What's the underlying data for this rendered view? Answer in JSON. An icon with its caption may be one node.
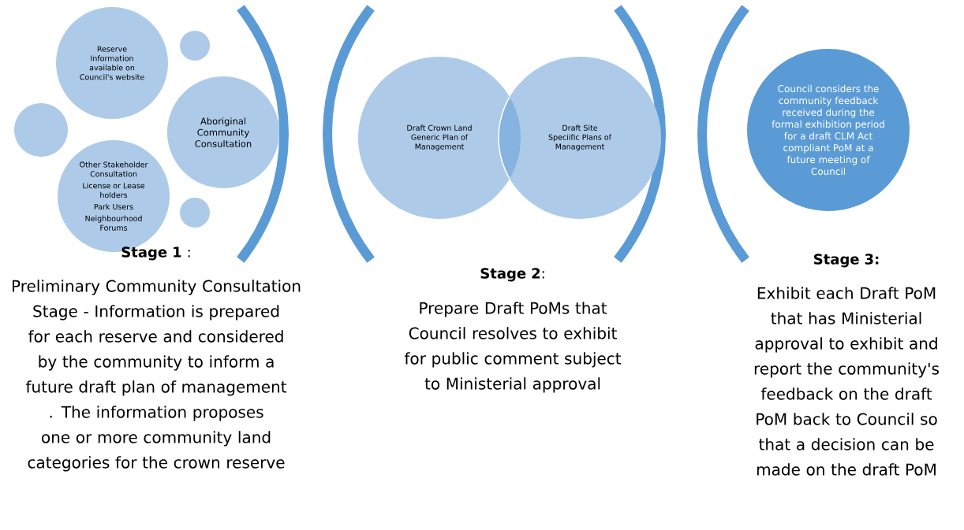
{
  "diagram": {
    "nodes": [
      {
        "text": [
          "Reserve Information available on Council's website"
        ]
      },
      {
        "text": [],
        "shape": "circle"
      },
      {
        "text": [
          "Aboriginal Community Consultation"
        ]
      },
      {
        "text": [],
        "shape": "circle"
      },
      {
        "text": [
          "Other Stakeholder Consultation",
          "License or Lease holders",
          "Park Users",
          "Neighbourhood Forums"
        ]
      },
      {
        "text": [],
        "shape": "circle"
      },
      {
        "text": [
          "Draft Crown Land Generic Plan of Management"
        ]
      },
      {
        "text": [
          "Draft Site Speciific Plans of Management"
        ]
      },
      {
        "text": [
          "Council considers the community feedback received during the formal  exhibition period  for a  draft CLM Act compliant PoM at a future meeting of Council"
        ]
      }
    ],
    "labels": [
      "**Stage 1** :",
      "Preliminary Community Consultation Stage  - Information is prepared for each reserve and considered by the community  to inform a future draft plan of management .  The information proposes  one or more community land categories for the crown reserve",
      "**Stage 2**:",
      "Prepare  Draft PoMs  that Council resolves to exhibit for public comment subject to Ministerial approval",
      "Stage 3:",
      "Exhibit each Draft PoM that has Ministerial approval to exhibit and report the community's feedback on the draft PoM  back to Council so that a decision can be made on the draft PoM"
    ]
  }
}
